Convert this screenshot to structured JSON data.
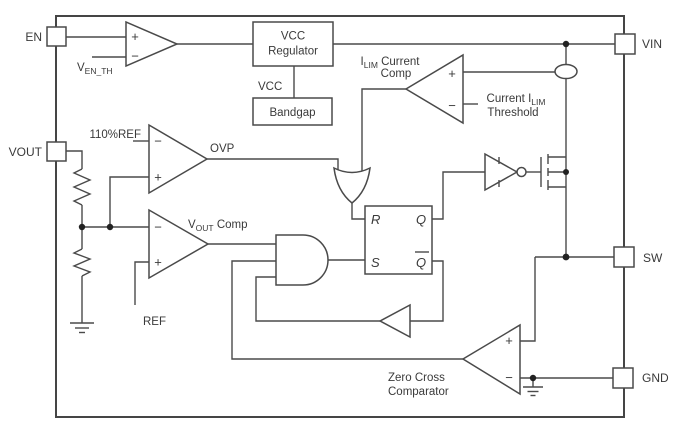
{
  "colors": {
    "background": "#ffffff",
    "wire": "#4a4a4a",
    "text": "#3a3a3a",
    "junction": "#222222"
  },
  "pins": {
    "en": "EN",
    "vin": "VIN",
    "vout": "VOUT",
    "sw": "SW",
    "gnd": "GND"
  },
  "signs": {
    "plus": "+",
    "minus": "−"
  },
  "blocks": {
    "vcc_regulator": [
      "VCC",
      "Regulator"
    ],
    "vcc_net": "VCC",
    "bandgap": "Bandgap"
  },
  "flip_flop": {
    "r": "R",
    "s": "S",
    "q": "Q",
    "q_bar": "Q"
  },
  "labels": {
    "en_threshold": {
      "base": "V",
      "sub": "EN_TH"
    },
    "ovp_ref": "110%REF",
    "ovp_out": "OVP",
    "vout_comp": {
      "base": "V",
      "sub": "OUT",
      "rest": " Comp"
    },
    "ref": "REF",
    "ilim_name": {
      "base": "I",
      "sub": "LIM",
      "rest": " Current",
      "line2": "Comp"
    },
    "ilim_threshold": {
      "line1_pre": "Current I",
      "line1_sub": "LIM",
      "line2": "Threshold"
    },
    "zero_cross": {
      "line1": "Zero Cross",
      "line2": "Comparator"
    }
  }
}
